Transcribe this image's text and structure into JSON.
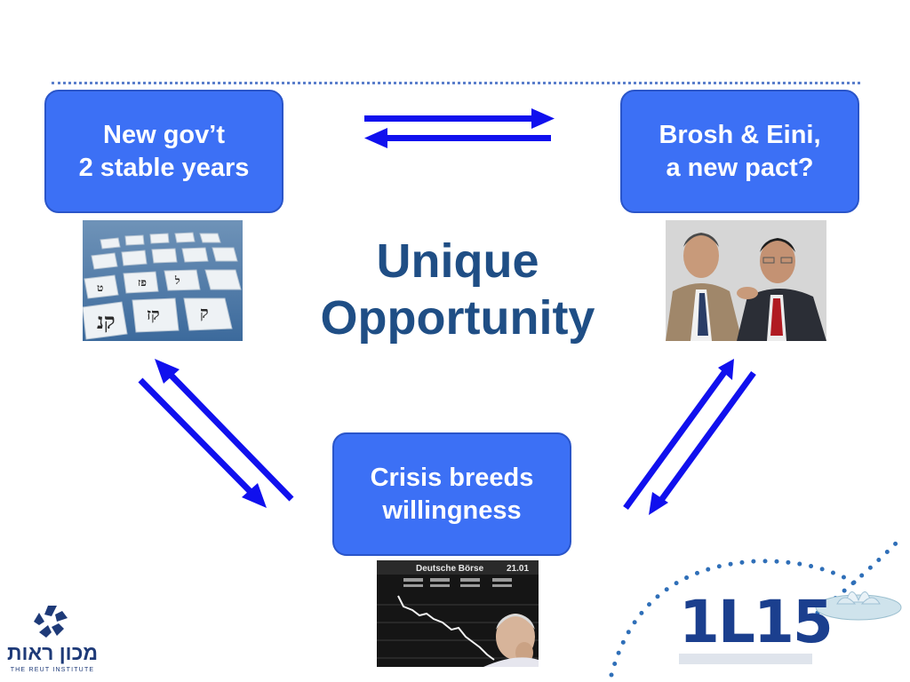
{
  "slide": {
    "title_line1": "Unique",
    "title_line2": "Opportunity",
    "boxes": {
      "gov": {
        "line1": "New gov’t",
        "line2": "2 stable years"
      },
      "pact": {
        "line1": "Brosh & Eini,",
        "line2": "a new pact?"
      },
      "crisis": {
        "line1": "Crisis breeds",
        "line2": "willingness"
      }
    },
    "photos": {
      "stock_header": "Deutsche Börse",
      "stock_time": "21.01"
    },
    "logos": {
      "reut_hebrew": "מכון ראות",
      "reut_english": "THE REUT INSTITUTE",
      "brand": "1L15"
    }
  },
  "colors": {
    "box_fill": "#3c70f5",
    "title": "#1f4e85",
    "arrow": "#1010ee",
    "dotted_line": "#5b7fcc"
  }
}
